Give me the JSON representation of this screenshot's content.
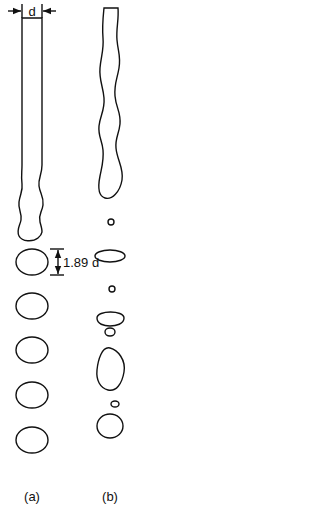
{
  "diagram": {
    "labels": [
      "d",
      "1.89 d",
      "(a)",
      "(b)"
    ]
  }
}
